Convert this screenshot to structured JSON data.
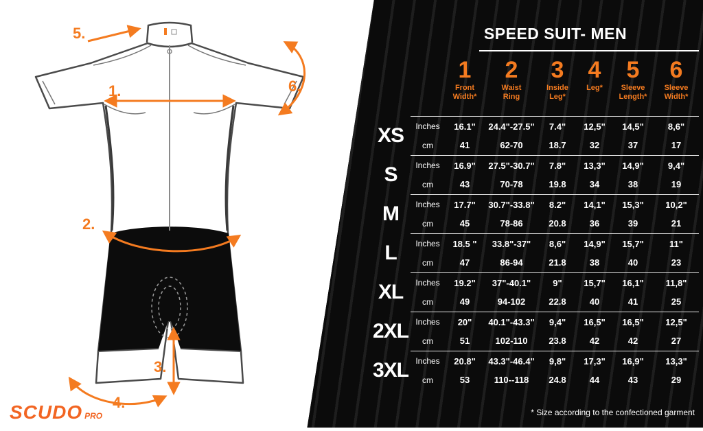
{
  "colors": {
    "accent_orange": "#f47b20",
    "panel_black": "#0a0a0a",
    "stripe_gray": "#1e1e1e",
    "text_white": "#ffffff"
  },
  "brand": {
    "name": "SCUDO",
    "suffix": "PRO"
  },
  "title": "SPEED SUIT- MEN",
  "footnote": "* Size according to the confectioned garment",
  "diagram": {
    "marker_labels": [
      "1.",
      "2.",
      "3.",
      "4.",
      "5.",
      "6."
    ]
  },
  "table": {
    "unit_inches": "Inches",
    "unit_cm": "cm",
    "columns": [
      {
        "num": "1",
        "label": "Front\nWidth*"
      },
      {
        "num": "2",
        "label": "Waist\nRing"
      },
      {
        "num": "3",
        "label": "Inside\nLeg*"
      },
      {
        "num": "4",
        "label": "Leg*"
      },
      {
        "num": "5",
        "label": "Sleeve\nLength*"
      },
      {
        "num": "6",
        "label": "Sleeve\nWidth*"
      }
    ]
  },
  "chart_data": {
    "type": "table",
    "title": "SPEED SUIT- MEN",
    "units": [
      "Inches",
      "cm"
    ],
    "measurements": [
      "Front Width*",
      "Waist Ring",
      "Inside Leg*",
      "Leg*",
      "Sleeve Length*",
      "Sleeve Width*"
    ],
    "sizes": [
      "XS",
      "S",
      "M",
      "L",
      "XL",
      "2XL",
      "3XL"
    ],
    "rows": [
      {
        "size": "XS",
        "inches": [
          "16.1\"",
          "24.4\"-27.5\"",
          "7.4\"",
          "12,5\"",
          "14,5\"",
          "8,6\""
        ],
        "cm": [
          "41",
          "62-70",
          "18.7",
          "32",
          "37",
          "17"
        ]
      },
      {
        "size": "S",
        "inches": [
          "16.9\"",
          "27.5\"-30.7\"",
          "7.8\"",
          "13,3\"",
          "14,9\"",
          "9,4\""
        ],
        "cm": [
          "43",
          "70-78",
          "19.8",
          "34",
          "38",
          "19"
        ]
      },
      {
        "size": "M",
        "inches": [
          "17.7\"",
          "30.7\"-33.8\"",
          "8.2\"",
          "14,1\"",
          "15,3\"",
          "10,2\""
        ],
        "cm": [
          "45",
          "78-86",
          "20.8",
          "36",
          "39",
          "21"
        ]
      },
      {
        "size": "L",
        "inches": [
          "18.5 \"",
          "33.8\"-37\"",
          "8,6\"",
          "14,9\"",
          "15,7\"",
          "11\""
        ],
        "cm": [
          "47",
          "86-94",
          "21.8",
          "38",
          "40",
          "23"
        ]
      },
      {
        "size": "XL",
        "inches": [
          "19.2\"",
          "37\"-40.1\"",
          "9\"",
          "15,7\"",
          "16,1\"",
          "11,8\""
        ],
        "cm": [
          "49",
          "94-102",
          "22.8",
          "40",
          "41",
          "25"
        ]
      },
      {
        "size": "2XL",
        "inches": [
          "20\"",
          "40.1\"-43.3\"",
          "9,4\"",
          "16,5\"",
          "16,5\"",
          "12,5\""
        ],
        "cm": [
          "51",
          "102-110",
          "23.8",
          "42",
          "42",
          "27"
        ]
      },
      {
        "size": "3XL",
        "inches": [
          "20.8\"",
          "43.3\"-46.4\"",
          "9,8\"",
          "17,3\"",
          "16,9\"",
          "13,3\""
        ],
        "cm": [
          "53",
          "110--118",
          "24.8",
          "44",
          "43",
          "29"
        ]
      }
    ],
    "footnote": "* Size according to the confectioned garment"
  }
}
